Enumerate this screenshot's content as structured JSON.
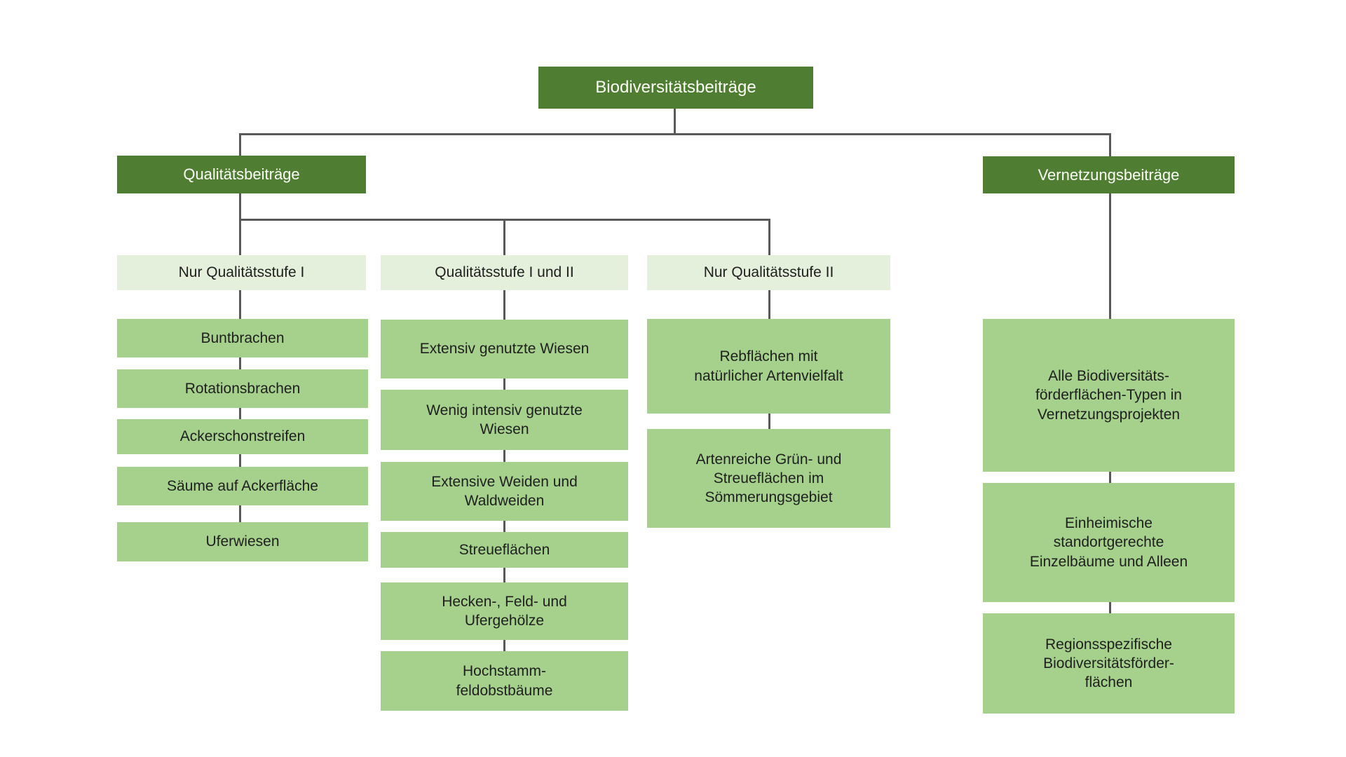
{
  "root": {
    "label": "Biodiversitätsbeiträge"
  },
  "branches": {
    "quality": {
      "label": "Qualitätsbeiträge"
    },
    "network": {
      "label": "Vernetzungsbeiträge"
    }
  },
  "quality_columns": [
    {
      "header": "Nur Qualitätsstufe I",
      "items": [
        "Buntbrachen",
        "Rotationsbrachen",
        "Ackerschonstreifen",
        "Säume auf Ackerfläche",
        "Uferwiesen"
      ]
    },
    {
      "header": "Qualitätsstufe I und II",
      "items": [
        "Extensiv genutzte Wiesen",
        "Wenig intensiv genutzte\nWiesen",
        "Extensive Weiden und\nWaldweiden",
        "Streueflächen",
        "Hecken-, Feld- und\nUfergehölze",
        "Hochstamm-\nfeldobstbäume"
      ]
    },
    {
      "header": "Nur Qualitätsstufe II",
      "items": [
        "Rebflächen mit\nnatürlicher Artenvielfalt",
        "Artenreiche Grün- und\nStreueflächen im\nSömmerungsgebiet"
      ]
    }
  ],
  "network_items": [
    "Alle Biodiversitäts-\nförderflächen-Typen in\nVernetzungsprojekten",
    "Einheimische\nstandortgerechte\nEinzelbäume und Alleen",
    "Regionsspezifische\nBiodiversitätsförder-\nflächen"
  ],
  "colors": {
    "dark_green": "#4f7d31",
    "medium_green": "#a5d18c",
    "light_green": "#e4f0dc",
    "connector_gray": "#595959",
    "dark_text": "#fdfef9",
    "item_text": "#1f1f1f",
    "background": "#ffffff"
  }
}
